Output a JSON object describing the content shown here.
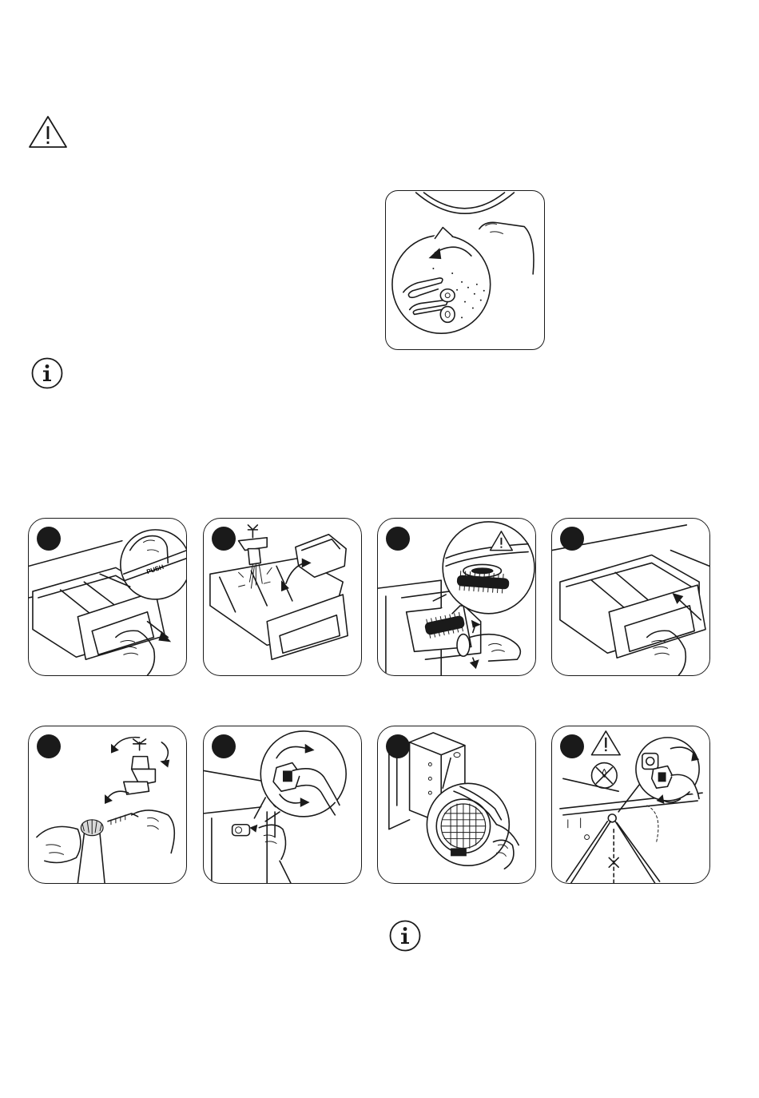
{
  "page": {
    "warning_icon": "warning-triangle-icon",
    "info_icon": "info-icon",
    "push_label": "PUSH"
  },
  "steps_row1": [
    {
      "icon": "pull-out-dispenser-drawer"
    },
    {
      "icon": "rinse-drawer-under-tap"
    },
    {
      "icon": "brush-drawer-recess"
    },
    {
      "icon": "reinsert-drawer"
    }
  ],
  "steps_row2": [
    {
      "icon": "unscrew-tap-clean-filter"
    },
    {
      "icon": "unscrew-inlet-hose"
    },
    {
      "icon": "clean-hose-filter-with-brush"
    },
    {
      "icon": "reconnect-inlet-hose"
    }
  ],
  "colors": {
    "line": "#1a1a1a",
    "background": "#ffffff"
  }
}
